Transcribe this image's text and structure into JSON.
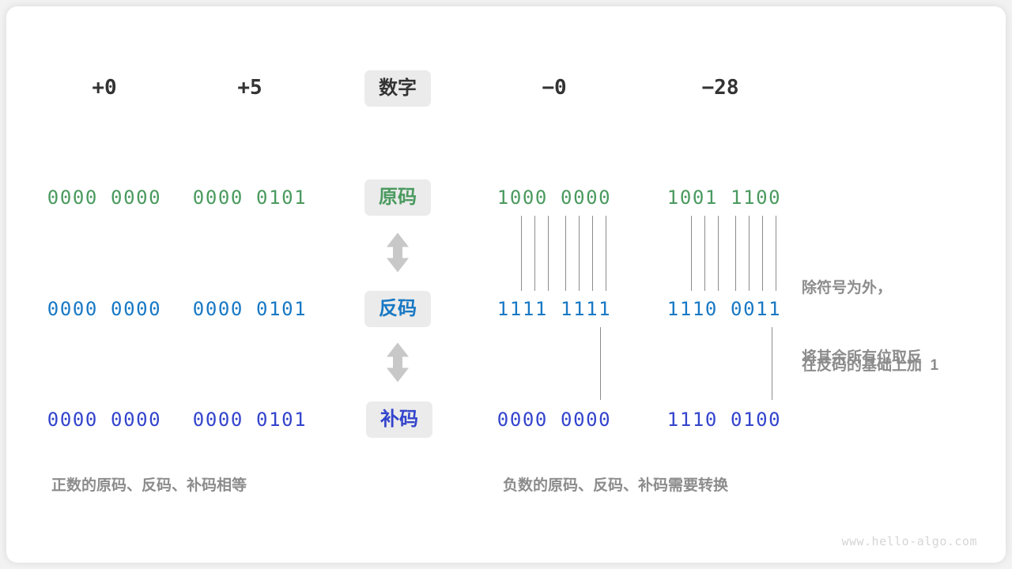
{
  "diagram": {
    "title_watermark": "www.hello-algo.com",
    "row_labels": {
      "header": "数字",
      "true_form": "原码",
      "ones_complement": "反码",
      "twos_complement": "补码"
    },
    "columns": [
      {
        "key": "pos0",
        "number": "+0"
      },
      {
        "key": "pos5",
        "number": "+5"
      },
      {
        "key": "neg0",
        "number": "−0"
      },
      {
        "key": "neg28",
        "number": "−28"
      }
    ],
    "rows": {
      "true_form": {
        "pos0": "0000 0000",
        "pos5": "0000 0101",
        "neg0": "1000 0000",
        "neg28": "1001 1100"
      },
      "ones_complement": {
        "pos0": "0000 0000",
        "pos5": "0000 0101",
        "neg0": "1111 1111",
        "neg28": "1110 0011"
      },
      "twos_complement": {
        "pos0": "0000 0000",
        "pos5": "0000 0101",
        "neg0": "0000 0000",
        "neg28": "1110 0100"
      }
    },
    "annotations": {
      "invert_rule_line1": "除符号为外，",
      "invert_rule_line2": "将其余所有位取反",
      "add_one_rule": "在反码的基础上加  1"
    },
    "captions": {
      "left": "正数的原码、反码、补码相等",
      "right": "负数的原码、反码、补码需要转换"
    },
    "colors": {
      "true_form": "#4a9a5f",
      "ones_complement": "#1878c4",
      "twos_complement": "#3344cc",
      "label_chip_bg": "#ebebeb",
      "note_gray": "#8c8c8c",
      "header_text": "#333333"
    }
  }
}
